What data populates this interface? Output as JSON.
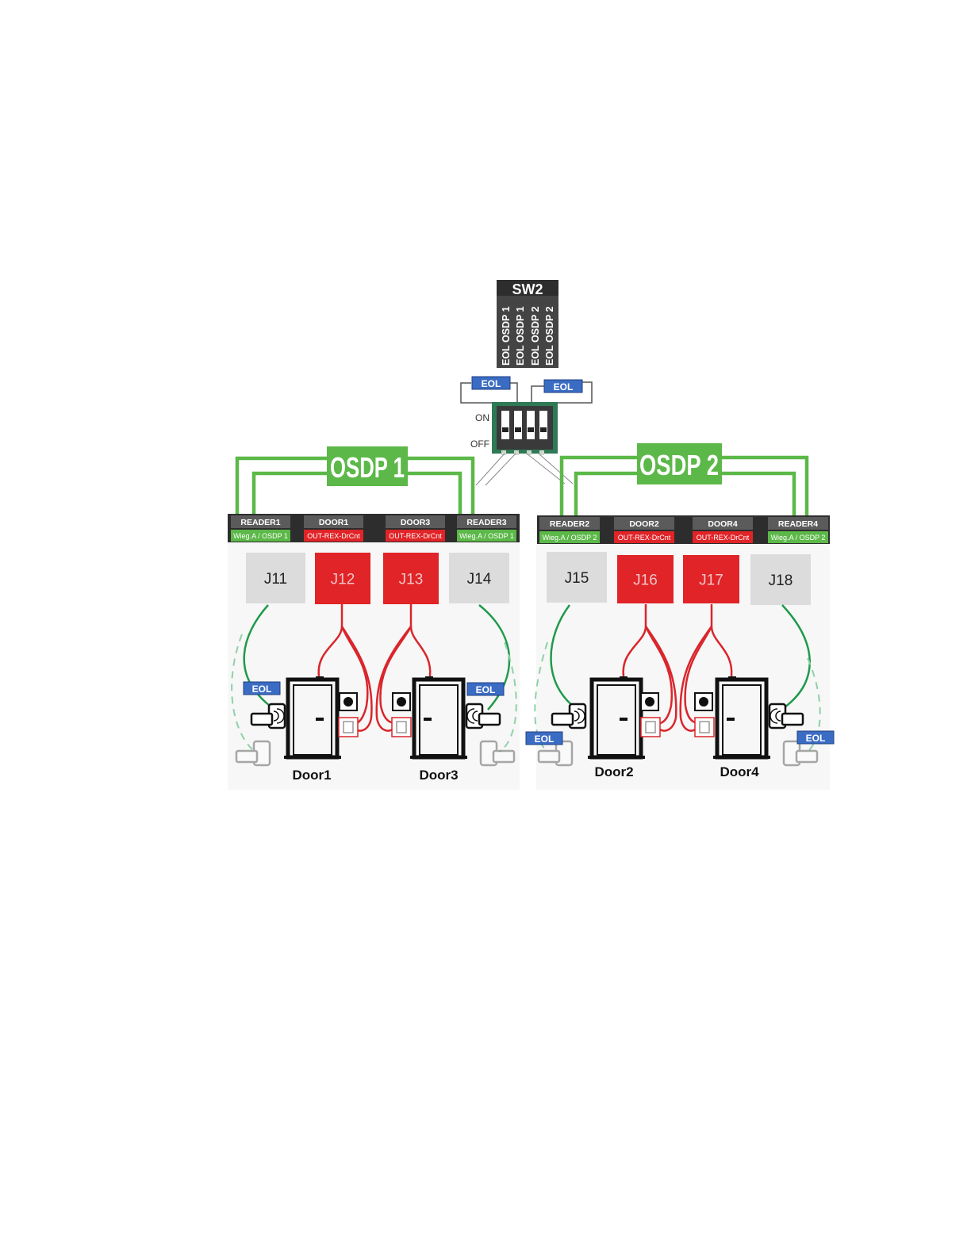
{
  "colors": {
    "green": "#5cb848",
    "green_wire": "#1f9a4a",
    "red": "#e02428",
    "red_wire": "#d9262c",
    "grey_block": "#dcdcdc",
    "header_grey": "#5b5b5b",
    "eol_blue": "#3b6cc4",
    "dark": "#2d2d2d",
    "switch_green": "#2f7a55"
  },
  "sw2": {
    "title": "SW2",
    "labels": [
      "EOL OSDP 1",
      "EOL OSDP 1",
      "EOL OSDP 2",
      "EOL OSDP 2"
    ],
    "on_label": "ON",
    "off_label": "OFF"
  },
  "eol_label": "EOL",
  "buses": [
    "OSDP 1",
    "OSDP 2"
  ],
  "headers": [
    {
      "title": "READER1",
      "sub": "Wieg.A / OSDP 1",
      "kind": "reader"
    },
    {
      "title": "DOOR1",
      "sub": "OUT-REX-DrCnt",
      "kind": "door"
    },
    {
      "title": "DOOR3",
      "sub": "OUT-REX-DrCnt",
      "kind": "door"
    },
    {
      "title": "READER3",
      "sub": "Wieg.A / OSDP 1",
      "kind": "reader"
    },
    {
      "title": "READER2",
      "sub": "Wieg.A / OSDP 2",
      "kind": "reader"
    },
    {
      "title": "DOOR2",
      "sub": "OUT-REX-DrCnt",
      "kind": "door"
    },
    {
      "title": "DOOR4",
      "sub": "OUT-REX-DrCnt",
      "kind": "door"
    },
    {
      "title": "READER4",
      "sub": "Wieg.A / OSDP 2",
      "kind": "reader"
    }
  ],
  "connectors": [
    {
      "label": "J11",
      "kind": "grey"
    },
    {
      "label": "J12",
      "kind": "red"
    },
    {
      "label": "J13",
      "kind": "red"
    },
    {
      "label": "J14",
      "kind": "grey"
    },
    {
      "label": "J15",
      "kind": "grey"
    },
    {
      "label": "J16",
      "kind": "red"
    },
    {
      "label": "J17",
      "kind": "red"
    },
    {
      "label": "J18",
      "kind": "grey"
    }
  ],
  "doors": [
    "Door1",
    "Door3",
    "Door2",
    "Door4"
  ]
}
